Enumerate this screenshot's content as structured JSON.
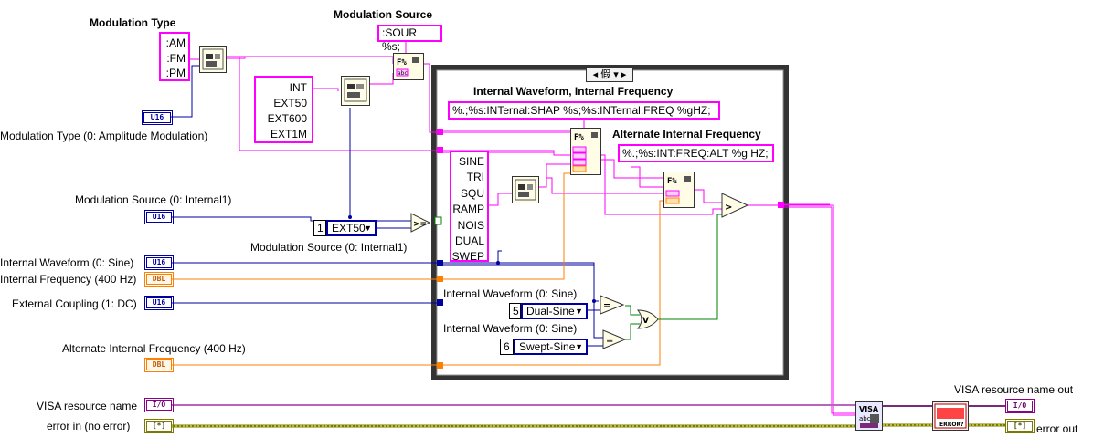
{
  "labels": {
    "modulation_type_title": "Modulation Type",
    "modulation_source_title": "Modulation Source",
    "internal_waveform_title": "Internal Waveform, Internal Frequency",
    "alternate_freq_title": "Alternate Internal Frequency",
    "modulation_type_ctrl": "Modulation Type (0: Amplitude Modulation)",
    "modulation_source_ctrl": "Modulation Source (0: Internal1)",
    "modulation_source_inner": "Modulation Source (0: Internal1)",
    "internal_waveform_ctrl": "Internal Waveform (0: Sine)",
    "internal_frequency_ctrl": "Internal Frequency (400 Hz)",
    "external_coupling_ctrl": "External Coupling (1: DC)",
    "alternate_freq_ctrl": "Alternate Internal Frequency (400 Hz)",
    "visa_resource_in": "VISA resource name",
    "error_in": "error in (no error)",
    "visa_resource_out": "VISA resource name out",
    "error_out": "error out",
    "internal_waveform_a": "Internal Waveform (0: Sine)",
    "internal_waveform_b": "Internal Waveform (0: Sine)"
  },
  "modulation_type_array": [
    ":AM",
    ":FM",
    ":PM"
  ],
  "source_array": [
    "INT",
    "EXT50",
    "EXT600",
    "EXT1M"
  ],
  "waveform_array": [
    "SINE",
    "TRI",
    "SQU",
    "RAMP",
    "NOIS",
    "DUAL",
    "SWEP"
  ],
  "strings": {
    "sour_format": ":SOUR %s;",
    "waveform_format": "%.;%s:INTernal:SHAP %s;%s:INTernal:FREQ %gHZ;",
    "alt_format": "%.;%s:INT:FREQ:ALT %g HZ;"
  },
  "case_selector": "假",
  "constants": {
    "source_index": "1",
    "source_value": "EXT50",
    "dual_index": "5",
    "dual_value": "Dual-Sine",
    "swept_index": "6",
    "swept_value": "Swept-Sine"
  },
  "terminals": {
    "u16": "U16",
    "dbl": "DBL",
    "io": "I/O",
    "err": "[*]"
  },
  "colors": {
    "string_wire": "#ff00ff",
    "int_wire": "#0000a0",
    "dbl_wire": "#ff7f00",
    "bool_wire": "#008000",
    "error_wire": "#7a7a00",
    "visa_wire": "#7a2a7a"
  }
}
